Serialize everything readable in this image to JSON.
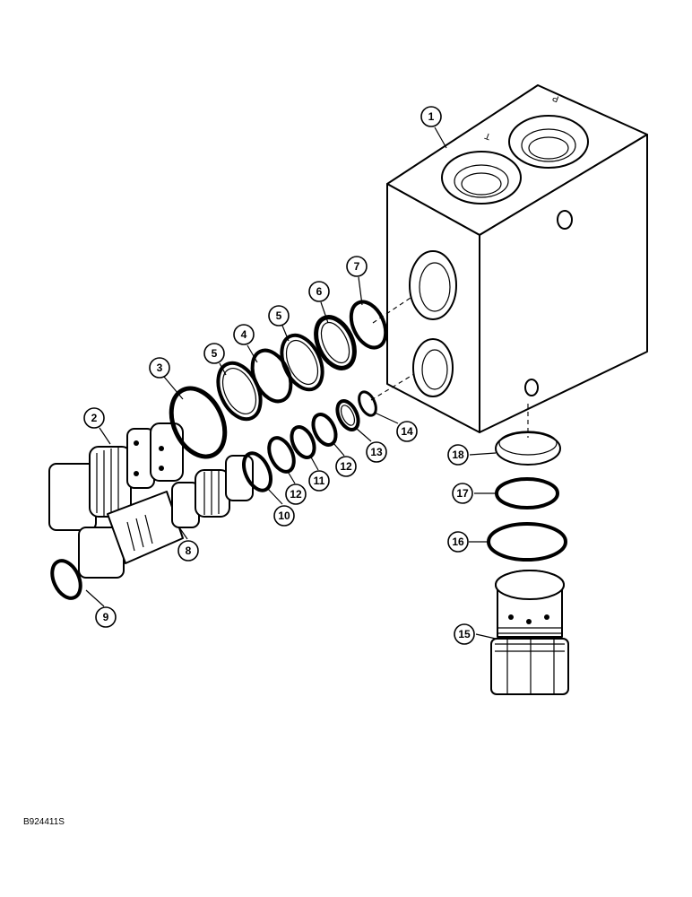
{
  "figure": {
    "id": "B924411S"
  },
  "block": {
    "port_labels": [
      "T",
      "P"
    ]
  },
  "callouts": [
    "1",
    "2",
    "3",
    "4",
    "5",
    "5",
    "6",
    "7",
    "8",
    "9",
    "10",
    "11",
    "12",
    "12",
    "13",
    "14",
    "15",
    "16",
    "17",
    "18"
  ]
}
